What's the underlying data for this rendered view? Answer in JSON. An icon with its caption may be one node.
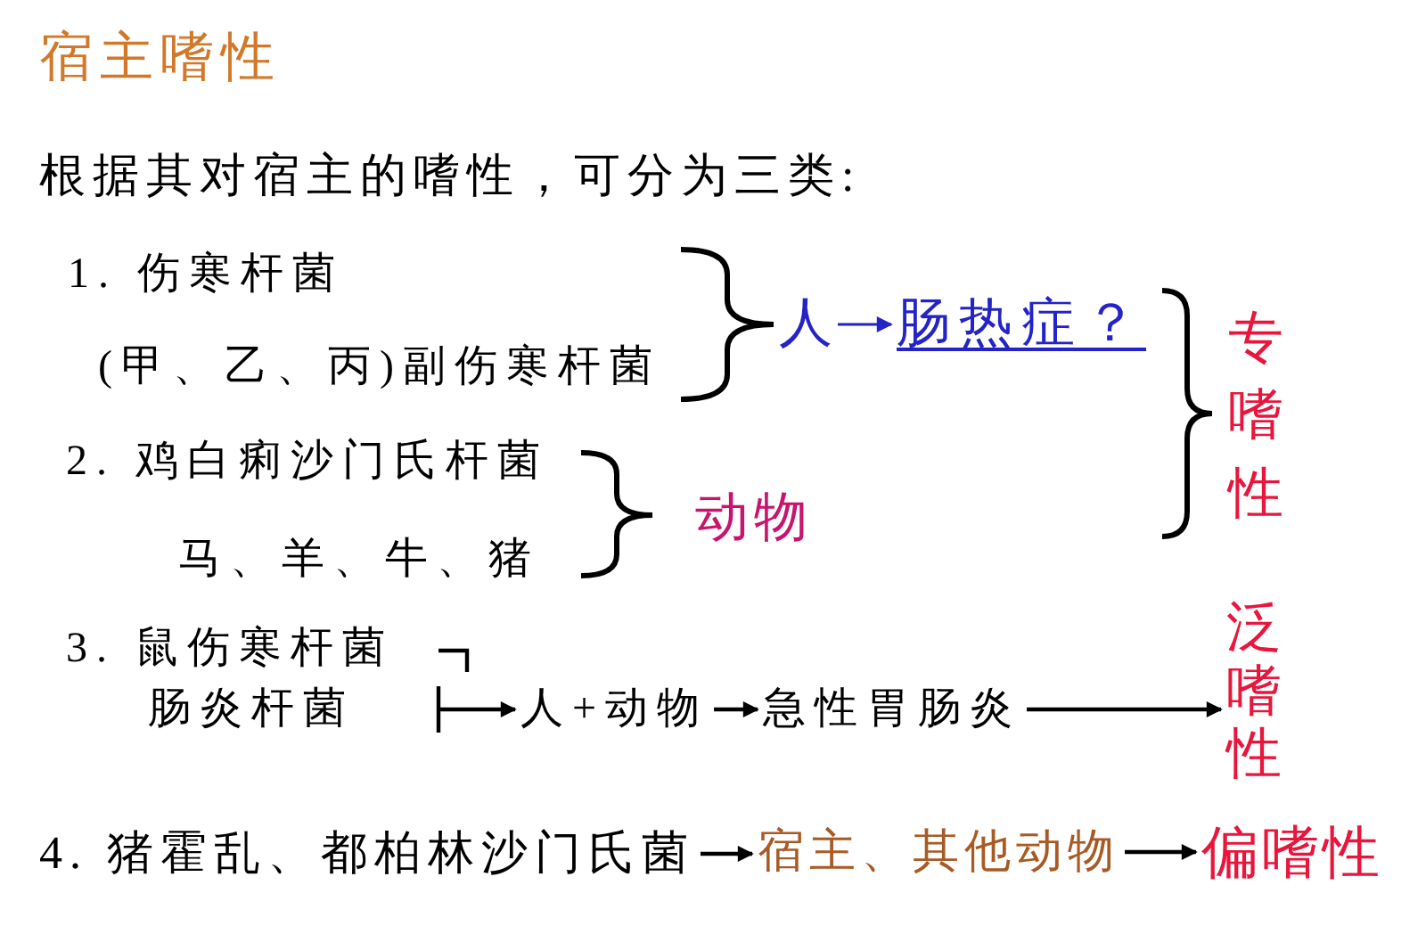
{
  "diagram": {
    "title": "宿主嗜性",
    "nodes": [
      {
        "text": [
          "人"
        ]
      },
      {
        "text": [
          "肠热症？"
        ]
      },
      {
        "text": [
          "人+动物"
        ]
      },
      {
        "text": [
          "急性胃肠炎"
        ]
      },
      {
        "text": [
          "泛嗜性"
        ]
      },
      {
        "text": [
          "4. 猪霍乱、都柏林沙门氏菌"
        ]
      },
      {
        "text": [
          "宿主、其他动物"
        ]
      },
      {
        "text": [
          "偏嗜性"
        ]
      }
    ],
    "edges": [
      {
        "from": 0,
        "to": 1,
        "arrow": "to",
        "color": "#2323c8"
      },
      {
        "from": null,
        "to": 2,
        "arrow": "to"
      },
      {
        "from": 2,
        "to": 3,
        "arrow": "to"
      },
      {
        "from": 3,
        "to": 4,
        "arrow": "to"
      },
      {
        "from": 5,
        "to": 6,
        "arrow": "to"
      },
      {
        "from": 6,
        "to": 7,
        "arrow": "to"
      }
    ],
    "labels": [
      "根据其对宿主的嗜性，可分为三类:",
      "1. 伤寒杆菌",
      "(甲、乙、丙)副伤寒杆菌",
      "专嗜性",
      "2. 鸡白痢沙门氏杆菌",
      "动物",
      "马、羊、牛、猪",
      "3. 鼠伤寒杆菌",
      "肠炎杆菌"
    ]
  }
}
